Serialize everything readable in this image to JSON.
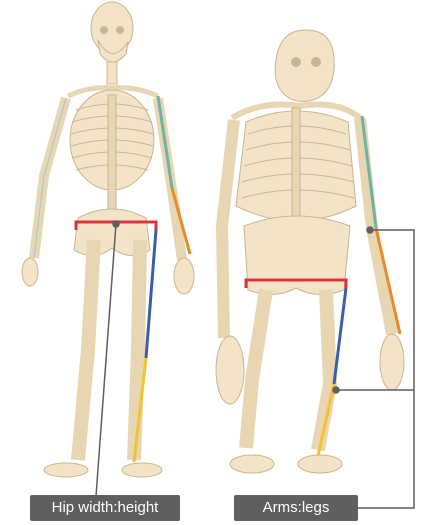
{
  "labels": {
    "hip_ratio": "Hip width:height",
    "limb_ratio": "Arms:legs"
  },
  "colors": {
    "bone_fill": "#f3e4c8",
    "bone_outline": "#c9b592",
    "blue_outline": "#9ec6dc",
    "upper_arm": "#6fb3a8",
    "forearm": "#ea8a2a",
    "pelvis_width": "#d8343c",
    "femur": "#3a5ea8",
    "tibia": "#f1c232",
    "connector": "#5f5f5f"
  },
  "figures": [
    {
      "name": "human skeleton"
    },
    {
      "name": "ape skeleton"
    }
  ]
}
